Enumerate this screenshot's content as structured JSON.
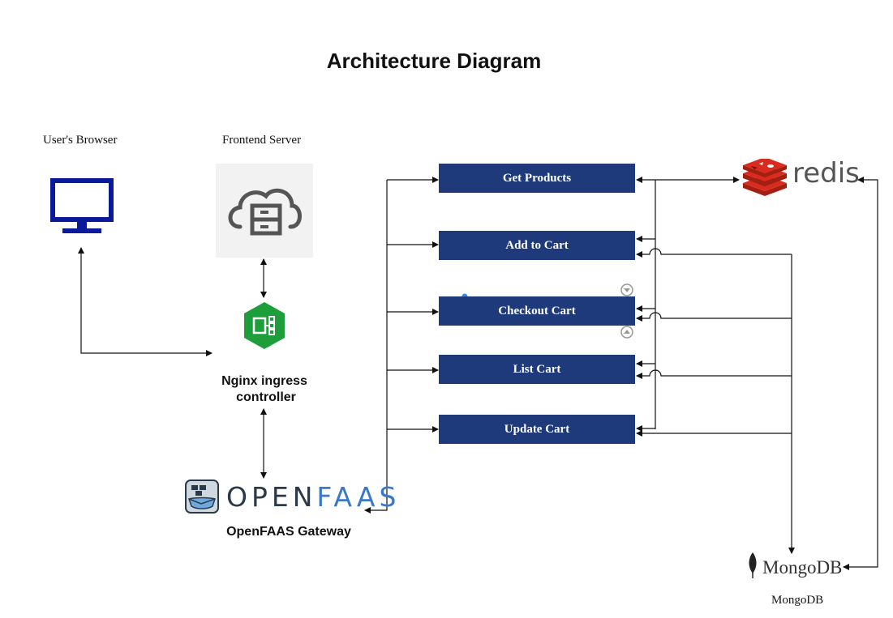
{
  "diagram": {
    "title": "Architecture Diagram",
    "nodes": {
      "browser": {
        "label": "User's Browser",
        "icon": "monitor-icon"
      },
      "frontend": {
        "label": "Frontend Server",
        "icon": "cloud-server-icon"
      },
      "nginx": {
        "label_line1": "Nginx ingress",
        "label_line2": "controller",
        "icon": "nginx-hexagon-icon"
      },
      "gateway": {
        "logo_text_a": "OPEN",
        "logo_text_b": "FAAS",
        "label": "OpenFAAS Gateway",
        "icon": "openfaas-whale-icon"
      },
      "redis": {
        "logo_text": "redis",
        "icon": "redis-cube-icon"
      },
      "mongodb": {
        "logo_text": "MongoDB",
        "label": "MongoDB",
        "icon": "mongodb-leaf-icon"
      }
    },
    "functions": [
      {
        "label": "Get Products"
      },
      {
        "label": "Add to Cart"
      },
      {
        "label": "Checkout Cart"
      },
      {
        "label": "List Cart"
      },
      {
        "label": "Update Cart"
      }
    ],
    "colors": {
      "function_box": "#1f3a7a",
      "monitor": "#0a1a9a",
      "nginx_green": "#1e9e3a",
      "redis_red": "#d82c20",
      "openfaas_dark": "#2a3a4a",
      "openfaas_blue": "#3a79c8"
    }
  }
}
